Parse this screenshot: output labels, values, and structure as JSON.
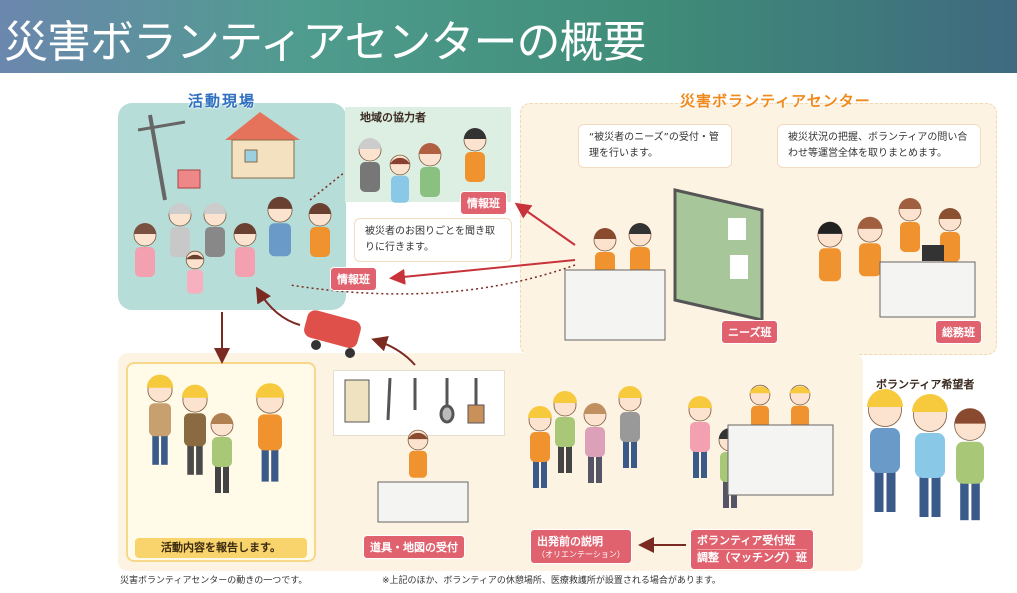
{
  "header": {
    "title": "災害ボランティアセンターの概要"
  },
  "site": {
    "title": "活動現場"
  },
  "local": {
    "title": "地域の協力者",
    "bubble": "被災者のお困りごとを聞き取りに行きます。"
  },
  "center": {
    "title": "災害ボランティアセンター",
    "bubble_needs": "“被災者のニーズ”の受付・管理を行います。",
    "bubble_general": "被災状況の把握、ボランティアの問い合わせ等運営全体を取りまとめます。"
  },
  "tags": {
    "info1": "情報班",
    "info2": "情報班",
    "needs": "ニーズ班",
    "general": "総務班",
    "tools": "道具・地図の受付",
    "orientation": "出発前の説明",
    "orientation_sub": "（オリエンテーション）",
    "reception": "ボランティア受付班",
    "matching": "調整（マッチング）班"
  },
  "report": {
    "label": "活動内容を報告します。"
  },
  "volunteers": {
    "title": "ボランティア希望者"
  },
  "footnotes": {
    "left": "災害ボランティアセンターの動きの一つです。",
    "right": "※上記のほか、ボランティアの休憩場所、医療救護所が設置される場合があります。"
  },
  "colors": {
    "tag": "#e0626f",
    "orange": "#f08a1c",
    "blue": "#2f6fbf",
    "arrow": "#c8323a"
  }
}
